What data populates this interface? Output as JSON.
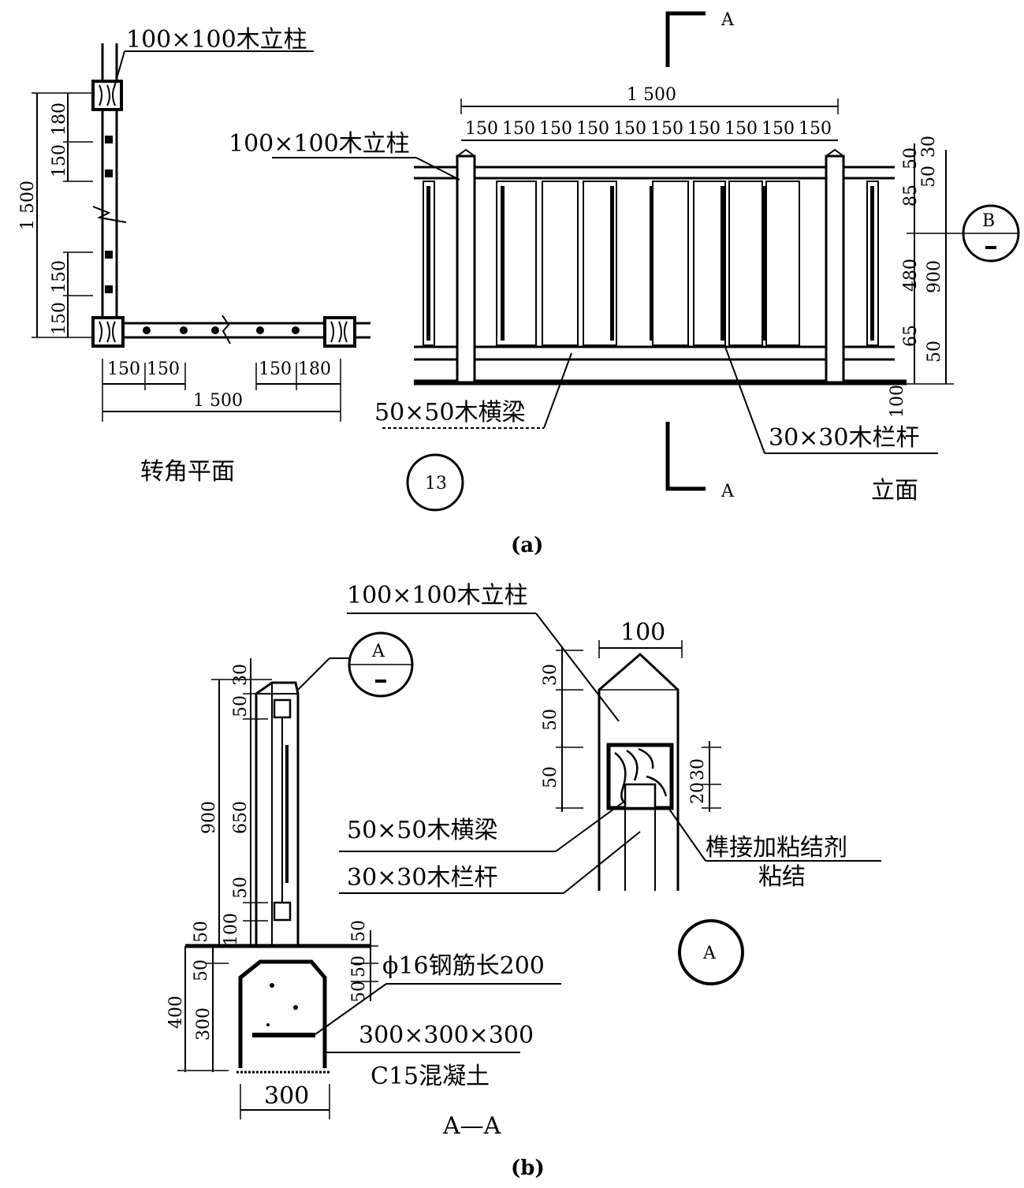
{
  "panel_a": {
    "caption": "(a)",
    "plan": {
      "title": "转角平面",
      "post_label": "100×100木立柱",
      "dim_total_v": "1 500",
      "dims_v_top": [
        "180",
        "150"
      ],
      "dims_v_bottom": [
        "150",
        "150"
      ],
      "dims_h_left": [
        "150",
        "150"
      ],
      "dims_h_right": [
        "150",
        "180"
      ],
      "dim_total_h": "1 500"
    },
    "elevation": {
      "title": "立面",
      "detail_number": "13",
      "post_label": "100×100木立柱",
      "beam_label": "50×50木横梁",
      "baluster_label": "30×30木栏杆",
      "dim_total": "1 500",
      "spacing": [
        "150",
        "150",
        "150",
        "150",
        "150",
        "150",
        "150",
        "150",
        "150",
        "150"
      ],
      "dims_right_inner": [
        "50",
        "85",
        "480",
        "65",
        "50",
        "100"
      ],
      "dims_right_top": "30",
      "dims_right_outer": "50",
      "dim_height": "900",
      "section_mark": "A",
      "detail_callout": "B"
    }
  },
  "panel_b": {
    "caption": "(b)",
    "section": {
      "title": "A—A",
      "post_label": "100×100木立柱",
      "beam_label": "50×50木横梁",
      "baluster_label": "30×30木栏杆",
      "rebar_label": "ϕ16钢筋长200",
      "footing_size": "300×300×300",
      "footing_material": "C15混凝土",
      "footing_width": "300",
      "dims_left": [
        "30",
        "50",
        "900",
        "650",
        "50",
        "100",
        "50",
        "50",
        "400",
        "300"
      ],
      "dims_right": [
        "50",
        "50",
        "50"
      ],
      "callout": "A"
    },
    "detail": {
      "callout": "A",
      "width": "100",
      "dims_left": [
        "30",
        "50",
        "50"
      ],
      "dims_right": [
        "30",
        "20"
      ],
      "joint_label": "榫接加粘结剂",
      "joint_label_2": "粘结"
    }
  }
}
